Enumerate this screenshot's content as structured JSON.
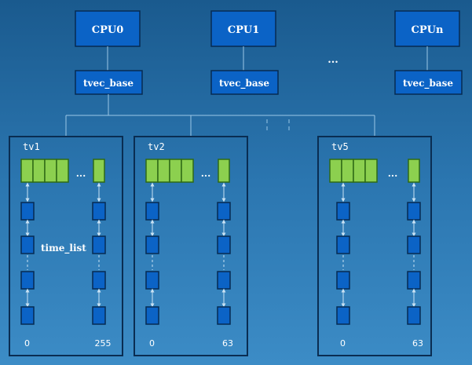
{
  "cpus": [
    {
      "label": "CPU0"
    },
    {
      "label": "CPU1"
    },
    {
      "label": "CPUn"
    }
  ],
  "cpu_ellipsis": "...",
  "tvec_label": "tvec_base",
  "slot_ellipsis": "...",
  "time_list_label": "time_list",
  "groups": [
    {
      "label": "tv1",
      "start_index": "0",
      "end_index": "255"
    },
    {
      "label": "tv2",
      "start_index": "0",
      "end_index": "63"
    },
    {
      "label": "tv5",
      "start_index": "0",
      "end_index": "63"
    }
  ],
  "colors": {
    "box_fill": "#0b63c6",
    "box_stroke": "#062b52",
    "slot_fill": "#8cd04f",
    "slot_stroke": "#2e6a16",
    "line": "#9bc7e6",
    "panel_stroke": "#0a2d52"
  }
}
